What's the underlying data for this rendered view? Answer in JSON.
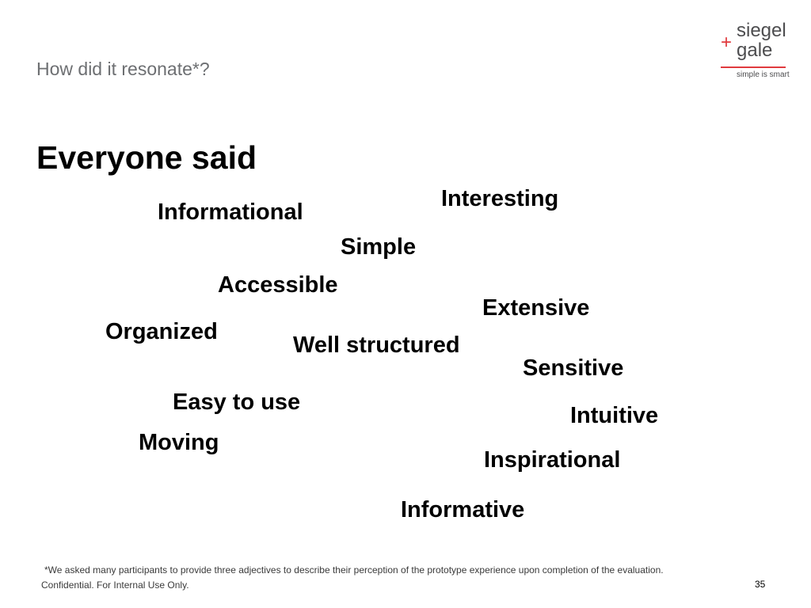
{
  "header": {
    "kicker": "How did it resonate*?",
    "heading": "Everyone said"
  },
  "logo": {
    "plus": "+",
    "line1": "siegel",
    "line2": "gale",
    "tagline": "simple is smart",
    "accent_color": "#e03a3e",
    "text_color": "#4d4d4f"
  },
  "words": [
    "Interesting",
    "Informational",
    "Simple",
    "Accessible",
    "Extensive",
    "Organized",
    "Well structured",
    "Sensitive",
    "Easy to use",
    "Intuitive",
    "Moving",
    "Inspirational",
    "Informative"
  ],
  "footer": {
    "footnote": "*We asked many participants to provide three adjectives to describe their perception of the prototype experience upon completion of the evaluation.",
    "confidential": "Confidential. For Internal Use Only.",
    "page_number": "35"
  }
}
